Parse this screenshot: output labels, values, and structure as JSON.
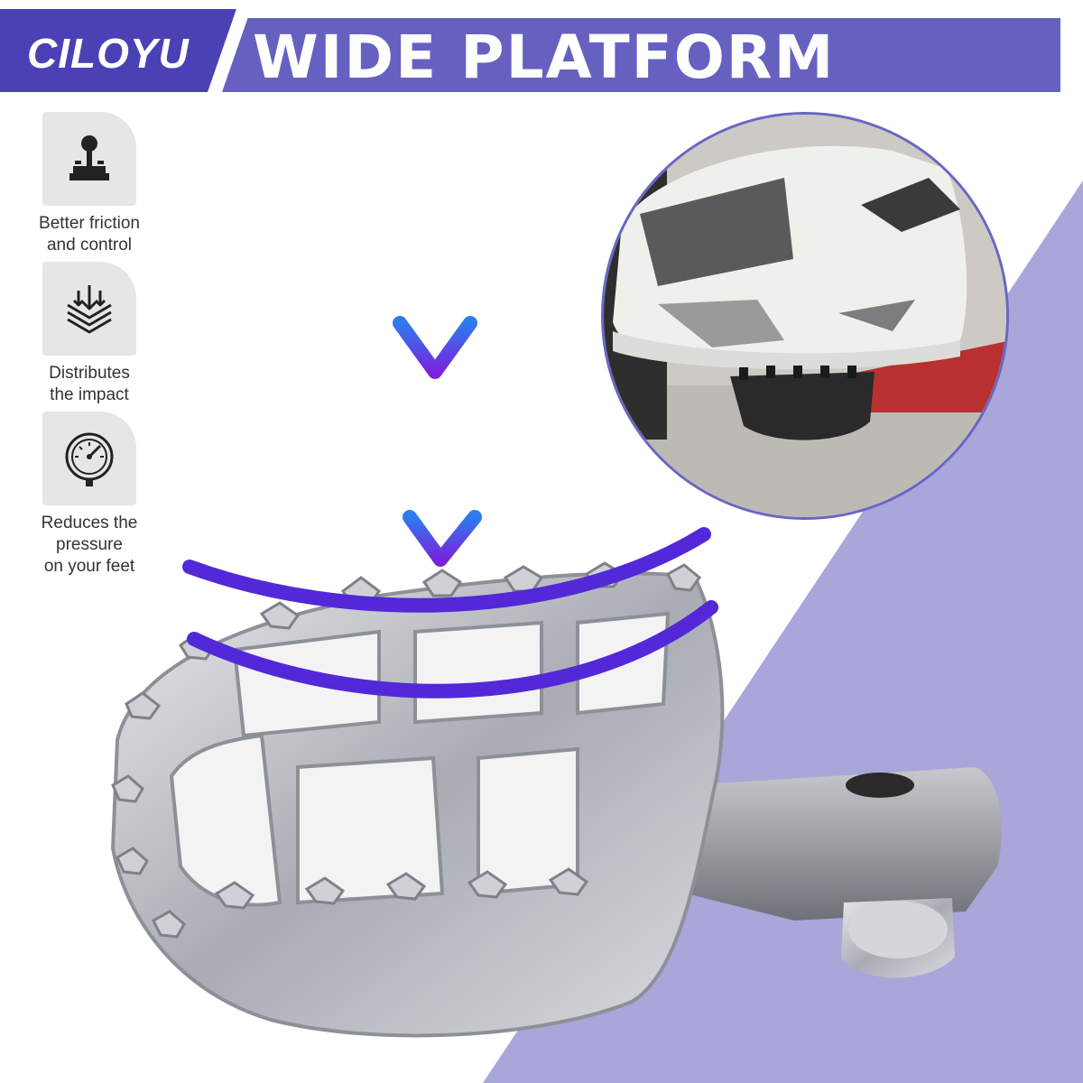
{
  "header": {
    "brand": "CILOYU",
    "title": "WIDE PLATFORM"
  },
  "features": [
    {
      "icon": "joystick-icon",
      "label_line1": "Better friction",
      "label_line2": "and control",
      "label_line3": ""
    },
    {
      "icon": "layers-down-icon",
      "label_line1": "Distributes",
      "label_line2": "the impact",
      "label_line3": ""
    },
    {
      "icon": "pressure-gauge-icon",
      "label_line1": "Reduces the",
      "label_line2": "pressure",
      "label_line3": "on your feet"
    }
  ],
  "colors": {
    "banner": "#6661c1",
    "banner_dark": "#4a41b4",
    "lilac": "#a9a6da",
    "arrow_top": "#2d7bef",
    "arrow_bottom": "#7a22dc",
    "arc": "#5228d8",
    "metal": "#b9bcc2"
  }
}
